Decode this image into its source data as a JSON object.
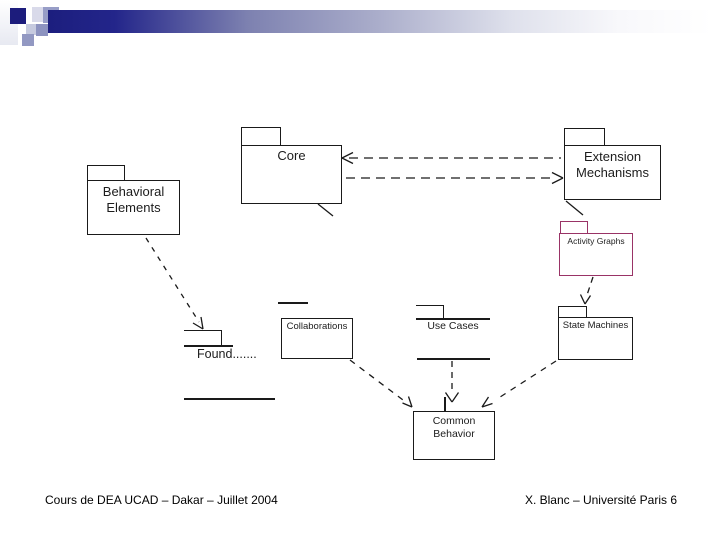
{
  "slide": {
    "footer": {
      "left": "Cours de DEA UCAD – Dakar – Juillet 2004",
      "right": "X. Blanc – Université Paris 6"
    }
  },
  "diagram": {
    "packages": {
      "core": {
        "label": "Core"
      },
      "extension_mechanisms": {
        "line1": "Extension",
        "line2": "Mechanisms"
      },
      "behavioral_elements": {
        "line1": "Behavioral",
        "line2": "Elements"
      },
      "activity_graphs": {
        "label": "Activity Graphs"
      },
      "collaborations": {
        "label": "Collaborations"
      },
      "use_cases": {
        "label": "Use Cases"
      },
      "state_machines": {
        "label": "State Machines"
      },
      "foundation": {
        "label": "Found......."
      },
      "common_behavior": {
        "line1": "Common",
        "line2": "Behavior"
      }
    },
    "dependencies": [
      {
        "from": "Extension Mechanisms",
        "to": "Core",
        "style": "dashed-open-arrow"
      },
      {
        "from": "Core",
        "to": "Extension Mechanisms",
        "style": "dashed-open-arrow"
      },
      {
        "from": "Behavioral Elements",
        "to": "Foundation",
        "style": "dashed-open-arrow"
      },
      {
        "from": "Extension Mechanisms",
        "to": "Activity Graphs",
        "style": "solid-stub"
      },
      {
        "from": "Core",
        "to": "lower-right",
        "style": "solid-stub"
      },
      {
        "from": "Activity Graphs",
        "to": "State Machines",
        "style": "dashed-open-arrow"
      },
      {
        "from": "Collaborations",
        "to": "Common Behavior",
        "style": "dashed-open-arrow"
      },
      {
        "from": "Use Cases",
        "to": "Common Behavior",
        "style": "dashed-open-arrow"
      },
      {
        "from": "State Machines",
        "to": "Common Behavior",
        "style": "dashed-open-arrow"
      }
    ]
  },
  "colors": {
    "accent_navy": "#1c1c7c",
    "header_slate": "#8286b4",
    "activity_graphs_border": "#993366",
    "line_black": "#1a1a1a"
  }
}
